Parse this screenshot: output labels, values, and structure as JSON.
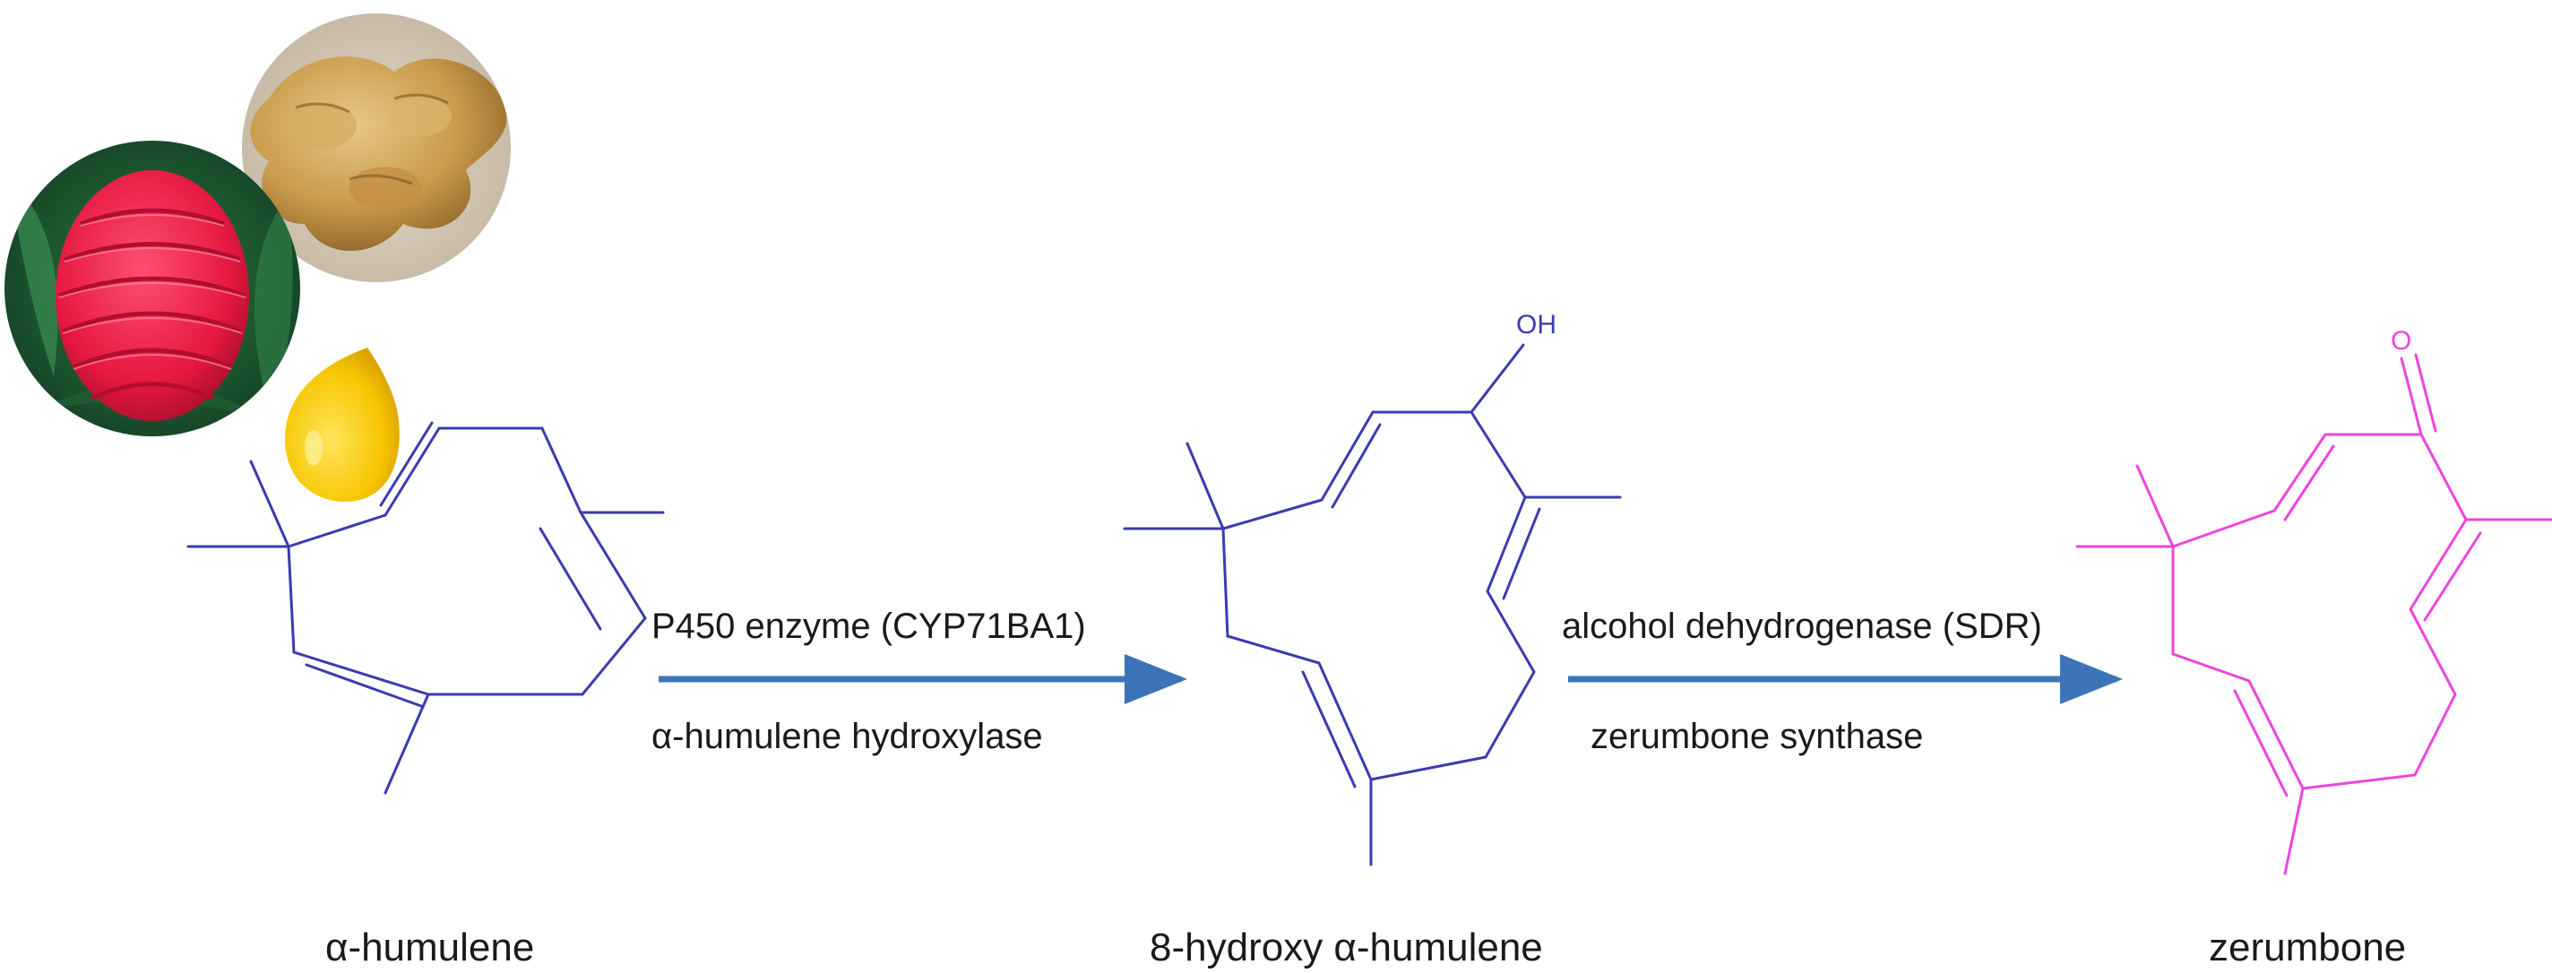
{
  "compounds": [
    {
      "name": "α-humulene",
      "color": "#3b3bb0"
    },
    {
      "name": "8-hydroxy α-humulene",
      "color": "#3b3bb0",
      "group": "OH"
    },
    {
      "name": "zerumbone",
      "color": "#ee44dd",
      "group": "O"
    }
  ],
  "steps": [
    {
      "enzyme": "P450 enzyme (CYP71BA1)",
      "activity": "α-humulene hydroxylase",
      "color": "#3d74b8"
    },
    {
      "enzyme": "alcohol dehydrogenase (SDR)",
      "activity": "zerumbone synthase",
      "color": "#3d74b8"
    }
  ],
  "images": [
    {
      "icon": "ginger-rhizome-photo"
    },
    {
      "icon": "shampoo-ginger-flower-photo"
    },
    {
      "icon": "oil-drop-icon",
      "color": "#f5c400"
    }
  ]
}
